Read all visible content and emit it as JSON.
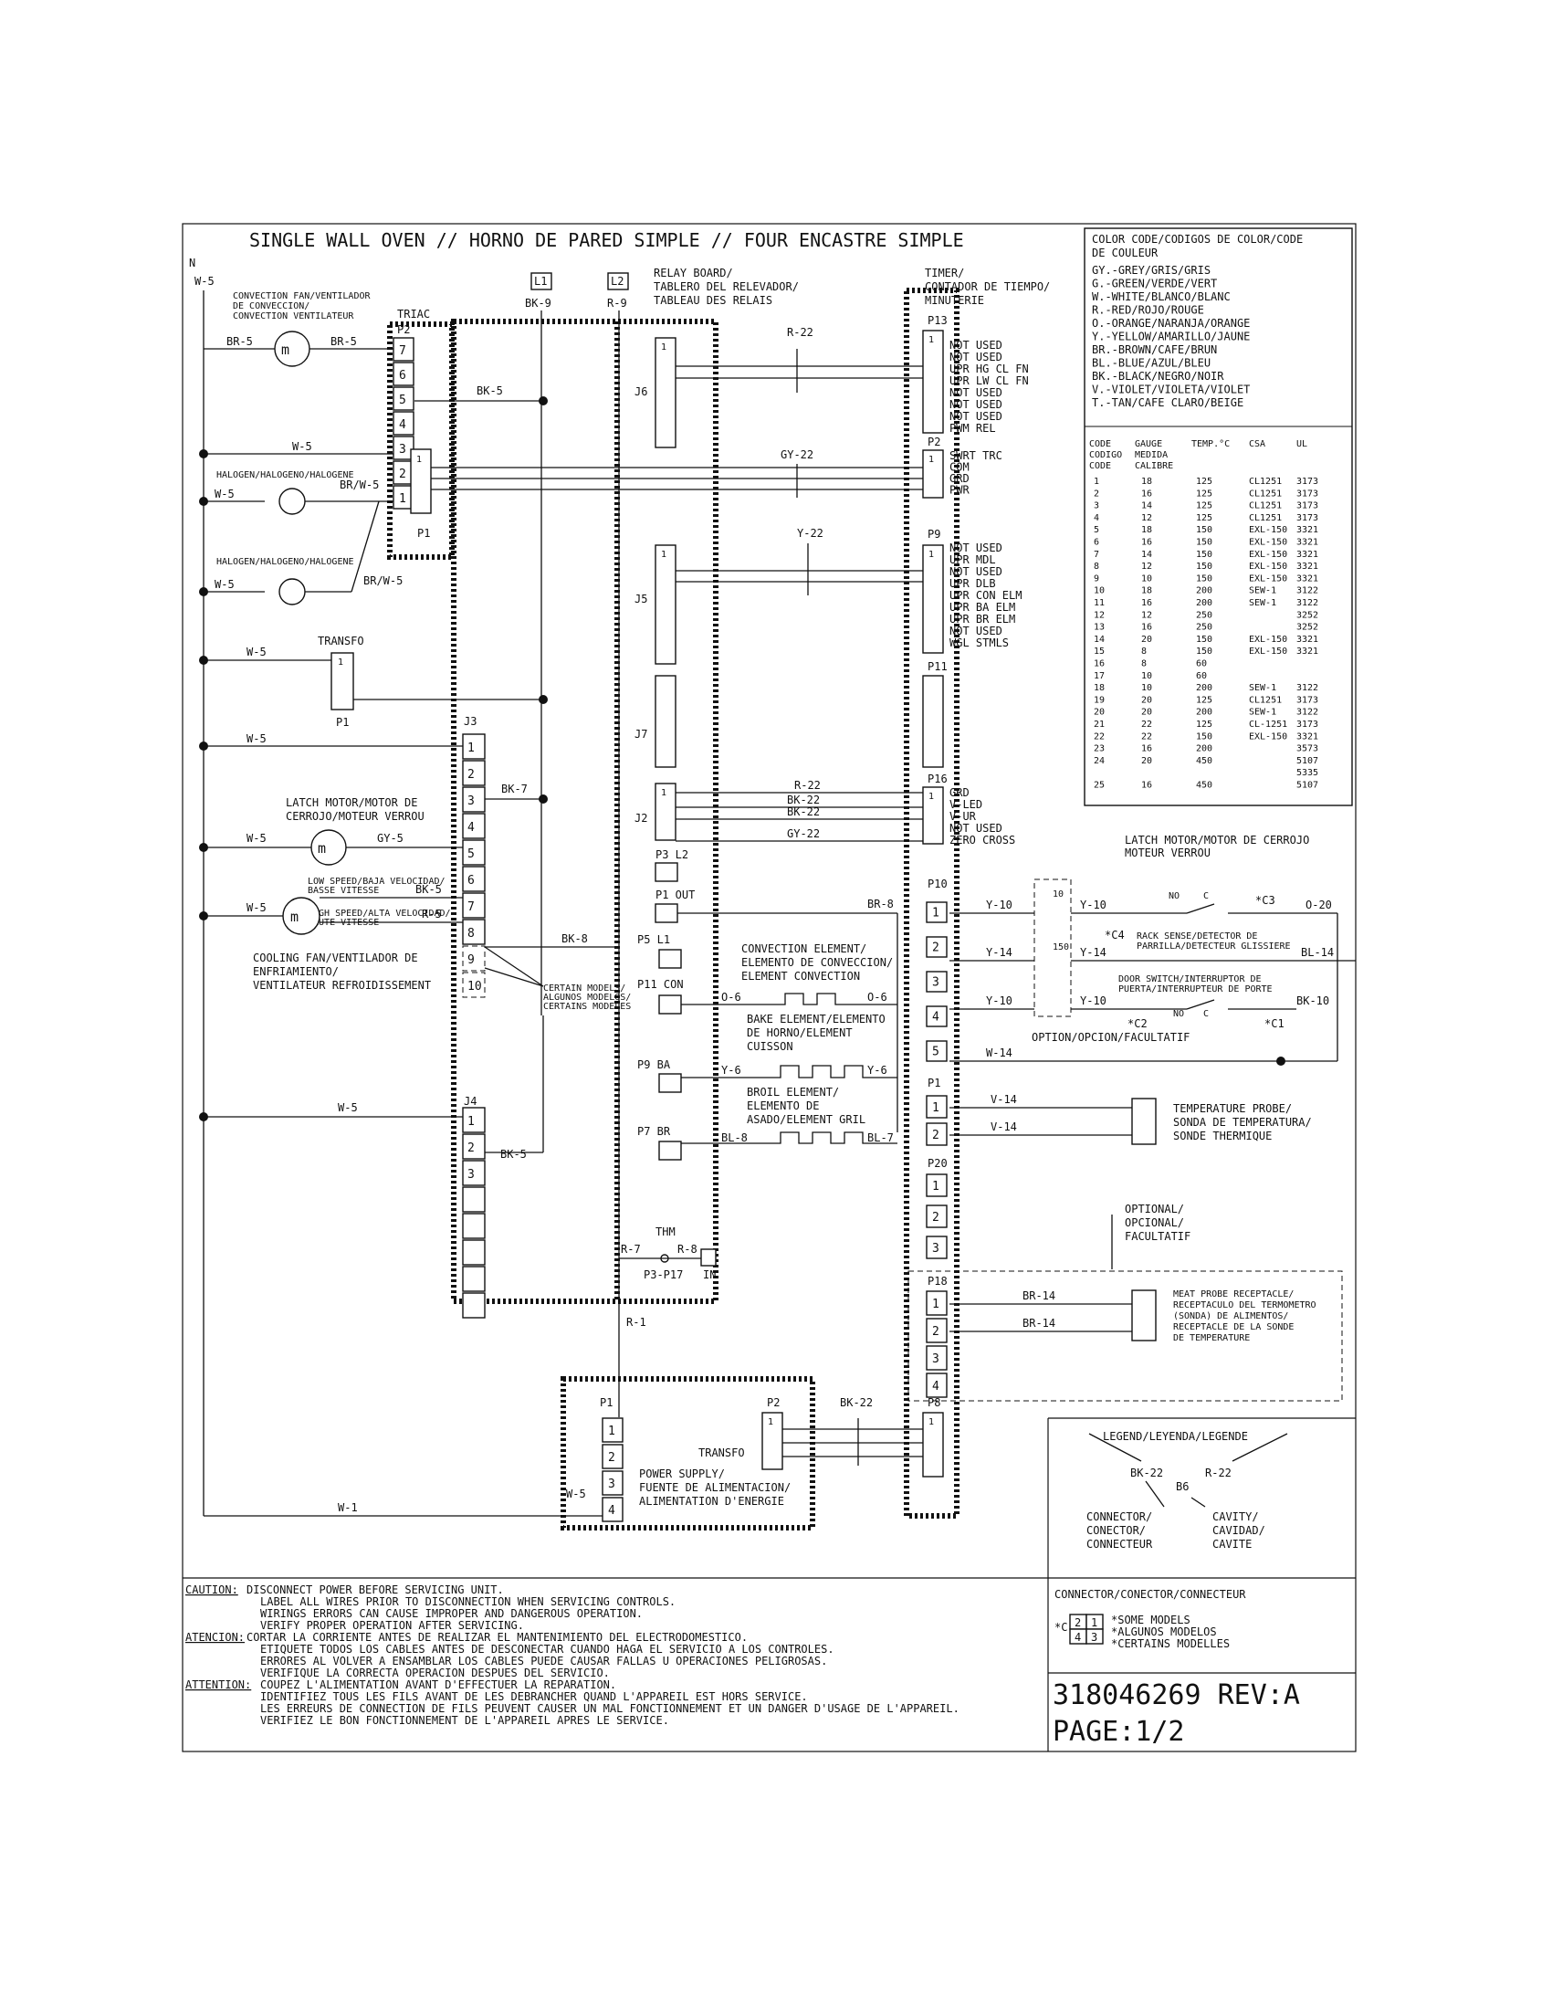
{
  "title": "SINGLE WALL OVEN // HORNO DE PARED SIMPLE // FOUR ENCASTRE SIMPLE",
  "color_code": {
    "header1": "COLOR CODE/CODIGOS DE COLOR/CODE",
    "header2": "DE COULEUR",
    "entries": [
      "GY.-GREY/GRIS/GRIS",
      "G.-GREEN/VERDE/VERT",
      "W.-WHITE/BLANCO/BLANC",
      "R.-RED/ROJO/ROUGE",
      "O.-ORANGE/NARANJA/ORANGE",
      "Y.-YELLOW/AMARILLO/JAUNE",
      "BR.-BROWN/CAFE/BRUN",
      "BL.-BLUE/AZUL/BLEU",
      "BK.-BLACK/NEGRO/NOIR",
      "V.-VIOLET/VIOLETA/VIOLET",
      "T.-TAN/CAFE CLARO/BEIGE"
    ]
  },
  "gauge_table": {
    "headers": [
      "CODE",
      "GAUGE",
      "TEMP.°C",
      "CSA",
      "UL"
    ],
    "headers2": [
      "CODIGO",
      "MEDIDA"
    ],
    "headers3": [
      "CODE",
      "CALIBRE"
    ],
    "rows": [
      [
        "1",
        "18",
        "125",
        "CL1251",
        "3173"
      ],
      [
        "2",
        "16",
        "125",
        "CL1251",
        "3173"
      ],
      [
        "3",
        "14",
        "125",
        "CL1251",
        "3173"
      ],
      [
        "4",
        "12",
        "125",
        "CL1251",
        "3173"
      ],
      [
        "5",
        "18",
        "150",
        "EXL-150",
        "3321"
      ],
      [
        "6",
        "16",
        "150",
        "EXL-150",
        "3321"
      ],
      [
        "7",
        "14",
        "150",
        "EXL-150",
        "3321"
      ],
      [
        "8",
        "12",
        "150",
        "EXL-150",
        "3321"
      ],
      [
        "9",
        "10",
        "150",
        "EXL-150",
        "3321"
      ],
      [
        "10",
        "18",
        "200",
        "SEW-1",
        "3122"
      ],
      [
        "11",
        "16",
        "200",
        "SEW-1",
        "3122"
      ],
      [
        "12",
        "12",
        "250",
        "",
        "3252"
      ],
      [
        "13",
        "16",
        "250",
        "",
        "3252"
      ],
      [
        "14",
        "20",
        "150",
        "EXL-150",
        "3321"
      ],
      [
        "15",
        "8",
        "150",
        "EXL-150",
        "3321"
      ],
      [
        "16",
        "8",
        "60",
        "",
        ""
      ],
      [
        "17",
        "10",
        "60",
        "",
        ""
      ],
      [
        "18",
        "10",
        "200",
        "SEW-1",
        "3122"
      ],
      [
        "19",
        "20",
        "125",
        "CL1251",
        "3173"
      ],
      [
        "20",
        "20",
        "200",
        "SEW-1",
        "3122"
      ],
      [
        "21",
        "22",
        "125",
        "CL-1251",
        "3173"
      ],
      [
        "22",
        "22",
        "150",
        "EXL-150",
        "3321"
      ],
      [
        "23",
        "16",
        "200",
        "",
        "3573"
      ],
      [
        "24",
        "20",
        "450",
        "",
        "5107"
      ],
      [
        "",
        "",
        "",
        "",
        "5335"
      ],
      [
        "25",
        "16",
        "450",
        "",
        "5107"
      ]
    ]
  },
  "labels": {
    "n": "N",
    "w5_top": "W-5",
    "conv_fan": [
      "CONVECTION FAN/VENTILADOR",
      "DE CONVECCION/",
      "CONVECTION VENTILATEUR"
    ],
    "triac": "TRIAC",
    "p2": "P2",
    "p1": "P1",
    "br5a": "BR-5",
    "br5b": "BR-5",
    "bk5": "BK-5",
    "w5_2": "W-5",
    "halogen1": "HALOGEN/HALOGENO/HALOGENE",
    "halogen2": "HALOGEN/HALOGENO/HALOGENE",
    "w5_h1": "W-5",
    "brw5a": "BR/W-5",
    "w5_h2": "W-5",
    "brw5b": "BR/W-5",
    "w5_tr": "W-5",
    "transfo": "TRANSFO",
    "p1_tr": "P1",
    "l1": "L1",
    "l2": "L2",
    "bk9": "BK-9",
    "r9": "R-9",
    "relay": [
      "RELAY BOARD/",
      "TABLERO DEL RELEVADOR/",
      "TABLEAU DES RELAIS"
    ],
    "timer": [
      "TIMER/",
      "CONTADOR DE TIEMPO/",
      "MINUTERIE"
    ],
    "j6": "J6",
    "j5": "J5",
    "j7": "J7",
    "j2": "J2",
    "j3": "J3",
    "j4": "J4",
    "r22": "R-22",
    "gy22": "GY-22",
    "y22": "Y-22",
    "p13": "P13",
    "p2b": "P2",
    "p9": "P9",
    "p11": "P11",
    "p16": "P16",
    "p13_pins": [
      "NOT USED",
      "NOT USED",
      "UPR HG CL FN",
      "UPR LW CL FN",
      "NOT USED",
      "NOT USED",
      "NOT USED",
      "PWM REL"
    ],
    "p2_pins": [
      "SWRT TRC",
      "COM",
      "GRD",
      "PWR"
    ],
    "p9_pins": [
      "NOT USED",
      "UPR MDL",
      "NOT USED",
      "UPR DLB",
      "UPR CON ELM",
      "UPR BA ELM",
      "UPR BR ELM",
      "NOT USED",
      "WGL STMLS"
    ],
    "p16_pins": [
      "GRD",
      "V-LED",
      "V-UR",
      "NOT USED",
      "ZERO CROSS"
    ],
    "j2_wires": [
      "R-22",
      "BK-22",
      "BK-22",
      "GY-22"
    ],
    "w5_j3": "W-5",
    "bk7": "BK-7",
    "latch": [
      "LATCH MOTOR/MOTOR DE",
      "CERROJO/MOTEUR VERROU"
    ],
    "w5_lm": "W-5",
    "gy5": "GY-5",
    "low_speed": [
      "LOW SPEED/BAJA VELOCIDAD/",
      "BASSE VITESSE"
    ],
    "high_speed": [
      "HIGH SPEED/ALTA VELOCIDAD/",
      "HAUTE VITESSE"
    ],
    "bk5_cf": "BK-5",
    "w5_cf": "W-5",
    "r5": "R-5",
    "cooling": [
      "COOLING FAN/VENTILADOR DE",
      "ENFRIAMIENTO/",
      "VENTILATEUR REFROIDISSEMENT"
    ],
    "certain_models": [
      "CERTAIN MODELS/",
      "ALGUNOS MODELOS/",
      "CERTAINS MODELES"
    ],
    "bk8": "BK-8",
    "p3l2": "P3 L2",
    "p1out": "P1 OUT",
    "br8": "BR-8",
    "p5l1": "P5 L1",
    "p11con": "P11 CON",
    "o6a": "O-6",
    "o6b": "O-6",
    "conv_elem": [
      "CONVECTION ELEMENT/",
      "ELEMENTO DE CONVECCION/",
      "ELEMENT CONVECTION"
    ],
    "bake_elem": [
      "BAKE ELEMENT/ELEMENTO",
      "DE HORNO/ELEMENT",
      "CUISSON"
    ],
    "p9ba": "P9 BA",
    "y6a": "Y-6",
    "y6b": "Y-6",
    "broil_elem": [
      "BROIL ELEMENT/",
      "ELEMENTO DE",
      "ASADO/ELEMENT GRIL"
    ],
    "p7br": "P7 BR",
    "bl8": "BL-8",
    "bl7": "BL-7",
    "w5_j4": "W-5",
    "bk5_j4": "BK-5",
    "thm": "THM",
    "r7": "R-7",
    "r8": "R-8",
    "p3p17": "P3-P17",
    "in": "IN",
    "r1": "R-1",
    "latch_r": [
      "LATCH MOTOR/MOTOR DE CERROJO",
      "MOTEUR VERROU"
    ],
    "p10": "P10",
    "y10a": "Y-10",
    "y10b": "Y-10",
    "c3": "*C3",
    "o20": "O-20",
    "c4": "*C4",
    "rack": [
      "RACK SENSE/DETECTOR DE",
      "PARRILLA/DETECTEUR GLISSIERE"
    ],
    "y14a": "Y-14",
    "y14b": "Y-14",
    "bl14": "BL-14",
    "door": [
      "DOOR SWITCH/INTERRUPTOR DE",
      "PUERTA/INTERRUPTEUR DE PORTE"
    ],
    "y10c": "Y-10",
    "y10d": "Y-10",
    "bk10": "BK-10",
    "c2": "*C2",
    "c1": "*C1",
    "no": "NO",
    "c": "C",
    "w14": "W-14",
    "option": "OPTION/OPCION/FACULTATIF",
    "p1_r": "P1",
    "v14a": "V-14",
    "v14b": "V-14",
    "temp_probe": [
      "TEMPERATURE PROBE/",
      "SONDA DE TEMPERATURA/",
      "SONDE THERMIQUE"
    ],
    "p20": "P20",
    "optional": [
      "OPTIONAL/",
      "OPCIONAL/",
      "FACULTATIF"
    ],
    "p18": "P18",
    "br14a": "BR-14",
    "br14b": "BR-14",
    "meat": [
      "MEAT PROBE RECEPTACLE/",
      "RECEPTACULO DEL TERMOMETRO",
      "(SONDA) DE ALIMENTOS/",
      "RECEPTACLE DE LA SONDE",
      "DE TEMPERATURE"
    ],
    "p1_ps": "P1",
    "p2_ps": "P2",
    "bk22": "BK-22",
    "p8": "P8",
    "transfo_ps": "TRANSFO",
    "w1": "W-1",
    "w5_ps": "W-5",
    "power_supply": [
      "POWER SUPPLY/",
      "FUENTE DE ALIMENTACION/",
      "ALIMENTATION D'ENERGIE"
    ],
    "ten": "10",
    "hundred": "150"
  },
  "legend": {
    "title": "LEGEND/LEYENDA/LEGENDE",
    "bk22": "BK-22",
    "r22": "R-22",
    "b6": "B6",
    "connector": [
      "CONNECTOR/",
      "CONECTOR/",
      "CONNECTEUR"
    ],
    "cavity": [
      "CAVITY/",
      "CAVIDAD/",
      "CAVITE"
    ]
  },
  "connector_note": {
    "title": "CONNECTOR/CONECTOR/CONNECTEUR",
    "star_c": "*C",
    "cells": [
      "2",
      "1",
      "4",
      "3"
    ],
    "lines": [
      "*SOME MODELS",
      "*ALGUNOS MODELOS",
      "*CERTAINS MODELLES"
    ]
  },
  "caution": {
    "caution_label": "CAUTION:",
    "caution": [
      "DISCONNECT POWER BEFORE SERVICING UNIT.",
      "LABEL ALL WIRES PRIOR TO DISCONNECTION WHEN SERVICING CONTROLS.",
      "WIRINGS ERRORS CAN CAUSE IMPROPER AND DANGEROUS OPERATION.",
      "VERIFY PROPER OPERATION AFTER SERVICING."
    ],
    "atencion_label": "ATENCION:",
    "atencion": [
      "CORTAR LA CORRIENTE ANTES DE REALIZAR EL MANTENIMIENTO DEL ELECTRODOMESTICO.",
      "ETIQUETE TODOS LOS CABLES ANTES DE DESCONECTAR CUANDO HAGA EL SERVICIO A LOS CONTROLES.",
      "ERRORES AL VOLVER A ENSAMBLAR LOS CABLES PUEDE CAUSAR FALLAS U OPERACIONES PELIGROSAS.",
      "VERIFIQUE LA CORRECTA OPERACION DESPUES DEL SERVICIO."
    ],
    "attention_label": "ATTENTION:",
    "attention": [
      "COUPEZ L'ALIMENTATION AVANT D'EFFECTUER LA REPARATION.",
      "IDENTIFIEZ TOUS LES FILS AVANT DE LES DEBRANCHER QUAND L'APPAREIL EST HORS SERVICE.",
      "LES ERREURS DE CONNECTION DE FILS PEUVENT CAUSER UN MAL FONCTIONNEMENT ET UN DANGER D'USAGE DE L'APPAREIL.",
      "VERIFIEZ LE BON FONCTIONNEMENT DE L'APPAREIL APRES LE SERVICE."
    ]
  },
  "doc": {
    "number": "318046269 REV:A",
    "page": "PAGE:1/2"
  },
  "pins": {
    "p2": [
      "7",
      "6",
      "5",
      "4",
      "3",
      "2",
      "1"
    ],
    "p1t": "1",
    "p1tr": "1",
    "j3": [
      "1",
      "2",
      "3",
      "4",
      "5",
      "6",
      "7",
      "8",
      "9",
      "10"
    ],
    "j4": [
      "1",
      "2",
      "3"
    ],
    "p13": "1",
    "p2b": "1",
    "j6": "1",
    "j5": "1",
    "p9": "1",
    "j2": "1",
    "p16": "1",
    "p10": [
      "1",
      "2",
      "3",
      "4",
      "5"
    ],
    "p1r": [
      "1",
      "2"
    ],
    "p20": [
      "1",
      "2",
      "3"
    ],
    "p18": [
      "1",
      "2",
      "3",
      "4"
    ],
    "ps": [
      "1",
      "2",
      "3",
      "4"
    ],
    "p2ps": "1",
    "p8": "1"
  }
}
